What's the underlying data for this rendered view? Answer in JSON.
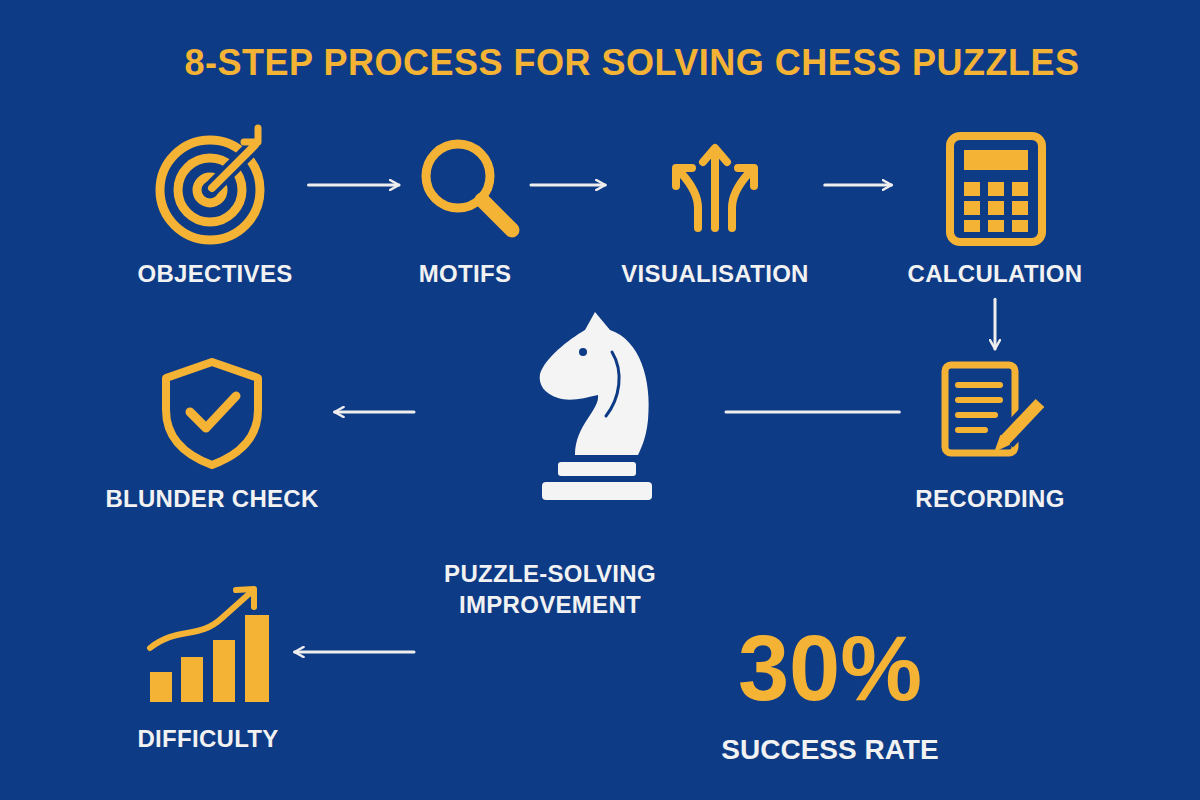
{
  "diagram": {
    "title": "8-STEP PROCESS FOR SOLVING CHESS PUZZLES",
    "nodes": [
      {
        "text": [
          "OBJECTIVES"
        ]
      },
      {
        "text": [
          "MOTIFS"
        ]
      },
      {
        "text": [
          "VISUALISATION"
        ]
      },
      {
        "text": [
          "CALCULATION"
        ]
      },
      {
        "text": [
          "BLUNDER CHECK"
        ]
      },
      {
        "text": [
          "PUZZLE-SOLVING IMPROVEMENT"
        ]
      },
      {
        "text": [
          "RECORDING"
        ]
      },
      {
        "text": [
          "DIFFICULTY"
        ]
      }
    ],
    "edges": [
      {
        "from": 0,
        "to": 1,
        "arrow": "to"
      },
      {
        "from": 1,
        "to": 2,
        "arrow": "to"
      },
      {
        "from": 2,
        "to": 3,
        "arrow": "to"
      },
      {
        "from": 3,
        "to": 6,
        "arrow": "to"
      },
      {
        "from": 6,
        "to": 5,
        "arrow": "none"
      },
      {
        "from": 5,
        "to": 4,
        "arrow": "to"
      },
      {
        "from": 5,
        "to": 7,
        "arrow": "to"
      }
    ],
    "labels": [
      "30%",
      "SUCCESS RATE"
    ]
  }
}
